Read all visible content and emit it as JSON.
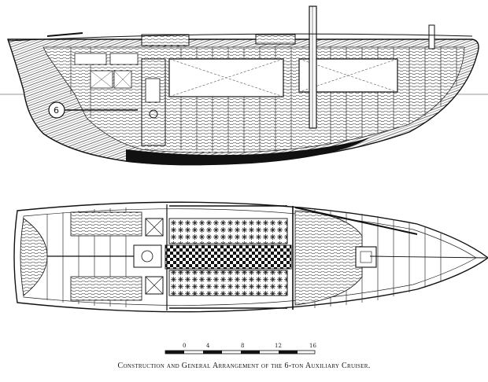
{
  "caption": "Construction and General Arrangement of the 6-ton Auxiliary Cruiser.",
  "scale": {
    "labels": [
      "0",
      "4",
      "8",
      "12",
      "16"
    ]
  }
}
